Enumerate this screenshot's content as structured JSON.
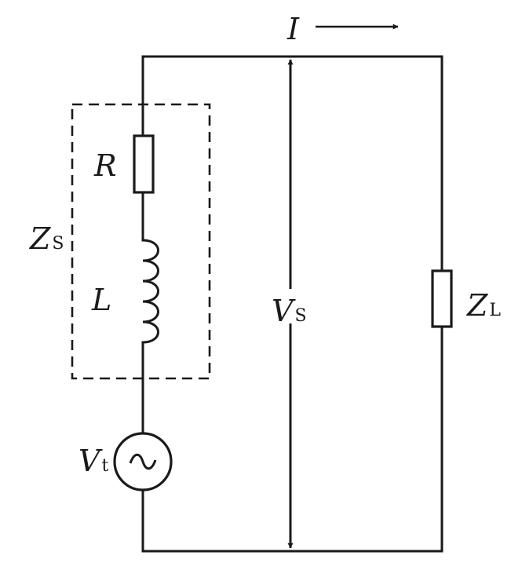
{
  "labels": {
    "current": "I",
    "resistor": "R",
    "inductor": "L",
    "source_impedance_main": "Z",
    "source_impedance_sub": "S",
    "voltage_s_main": "V",
    "voltage_s_sub": "S",
    "load_main": "Z",
    "load_sub": "L",
    "source_voltage_main": "V",
    "source_voltage_sub": "t"
  },
  "symbols": {
    "ac_source": "~"
  }
}
